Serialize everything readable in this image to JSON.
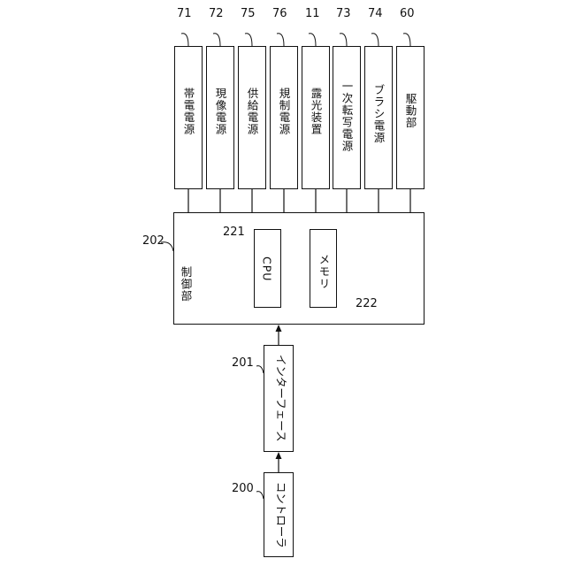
{
  "units": [
    {
      "ref": "71",
      "label": "帯電電源"
    },
    {
      "ref": "72",
      "label": "現像電源"
    },
    {
      "ref": "75",
      "label": "供給電源"
    },
    {
      "ref": "76",
      "label": "規制電源"
    },
    {
      "ref": "11",
      "label": "露光装置"
    },
    {
      "ref": "73",
      "label": "一次転写電源"
    },
    {
      "ref": "74",
      "label": "ブラシ電源"
    },
    {
      "ref": "60",
      "label": "駆動部"
    }
  ],
  "control": {
    "ref": "202",
    "label": "制御部"
  },
  "cpu": {
    "ref": "221",
    "label": "CPU"
  },
  "memory": {
    "ref": "222",
    "label": "メモリ"
  },
  "interface": {
    "ref": "201",
    "label": "インターフェース"
  },
  "controller": {
    "ref": "200",
    "label": "コントローラ"
  }
}
